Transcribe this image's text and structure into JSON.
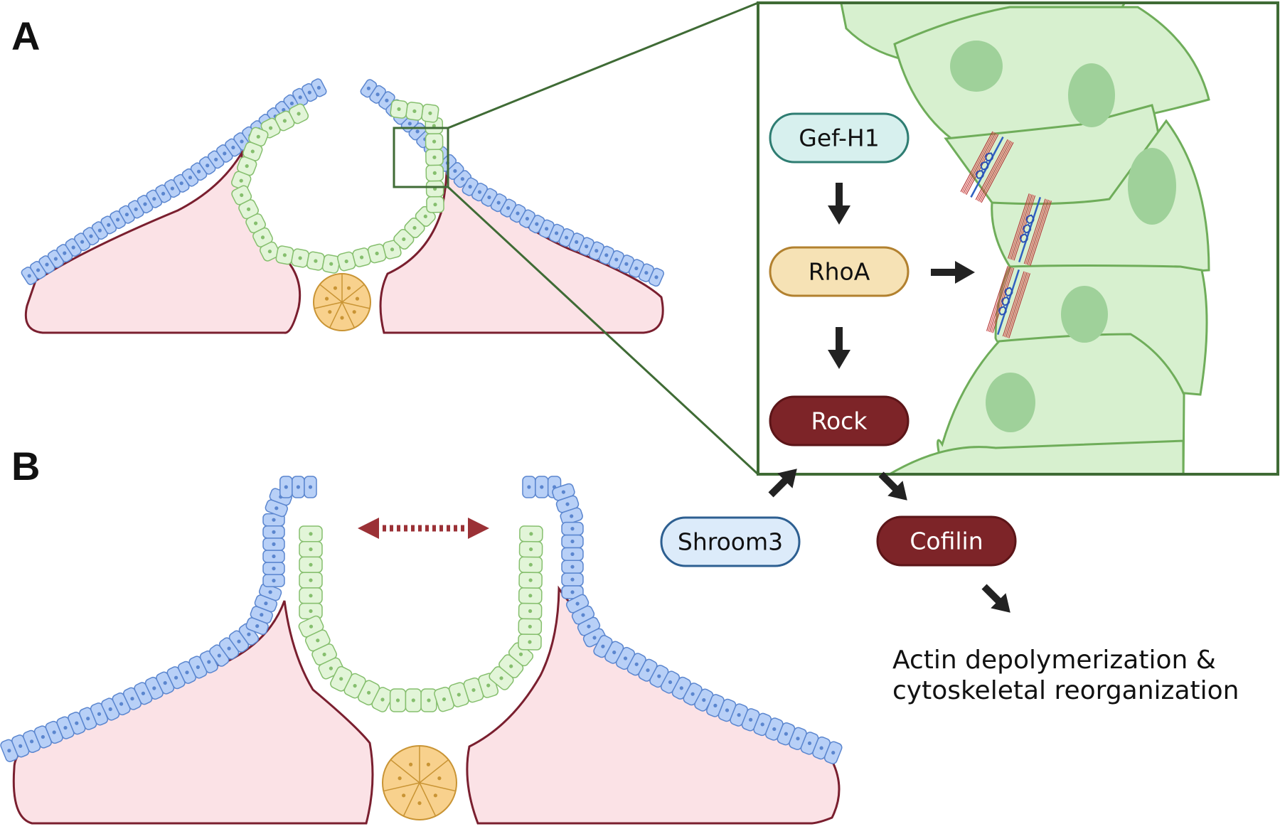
{
  "panels": {
    "a": "A",
    "b": "B"
  },
  "pathway": {
    "gef": "Gef-H1",
    "rhoa": "RhoA",
    "rock": "Rock",
    "shroom": "Shroom3",
    "cofilin": "Cofilin",
    "outcome_line1": "Actin depolymerization &",
    "outcome_line2": "cytoskeletal reorganization"
  },
  "colors": {
    "ectoderm": "#b8d0f7",
    "ectoderm_stroke": "#5b86cf",
    "neuroepithelium": "#e2f5d8",
    "neuroepithelium_stroke": "#86bf6e",
    "mesoderm": "#fbe2e6",
    "mesoderm_stroke": "#7a1f2f",
    "notochord": "#f8d18d",
    "notochord_stroke": "#c99434",
    "zoom_border": "#3f6b35",
    "zoom_cell_fill": "#d7f0cf",
    "zoom_cell_stroke": "#6fad5a",
    "nucleus": "#9fd19a",
    "gef_fill": "#d7f0ee",
    "gef_stroke": "#2e7d72",
    "rhoa_fill": "#f6e2b5",
    "rhoa_stroke": "#b2812f",
    "rock_fill": "#7d2428",
    "rock_stroke": "#5c1518",
    "shroom_fill": "#dcebfa",
    "shroom_stroke": "#2d5f91",
    "cofilin_fill": "#7d2428",
    "arrow": "#222222",
    "double_arrow": "#9b3136"
  },
  "icons": [
    "down-arrow-icon",
    "right-arrow-icon",
    "diagonal-arrow-icon",
    "double-headed-arrow-icon"
  ]
}
